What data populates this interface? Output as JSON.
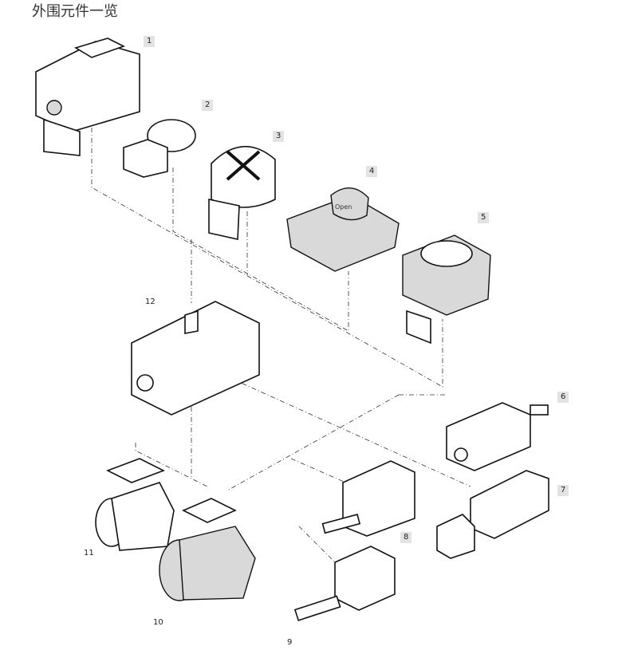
{
  "title": "外围元件一览",
  "labels": [
    "1",
    "2",
    "3",
    "4",
    "5",
    "6",
    "7",
    "8",
    "9",
    "10",
    "11",
    "12"
  ],
  "device_text": {
    "open": "Open"
  }
}
